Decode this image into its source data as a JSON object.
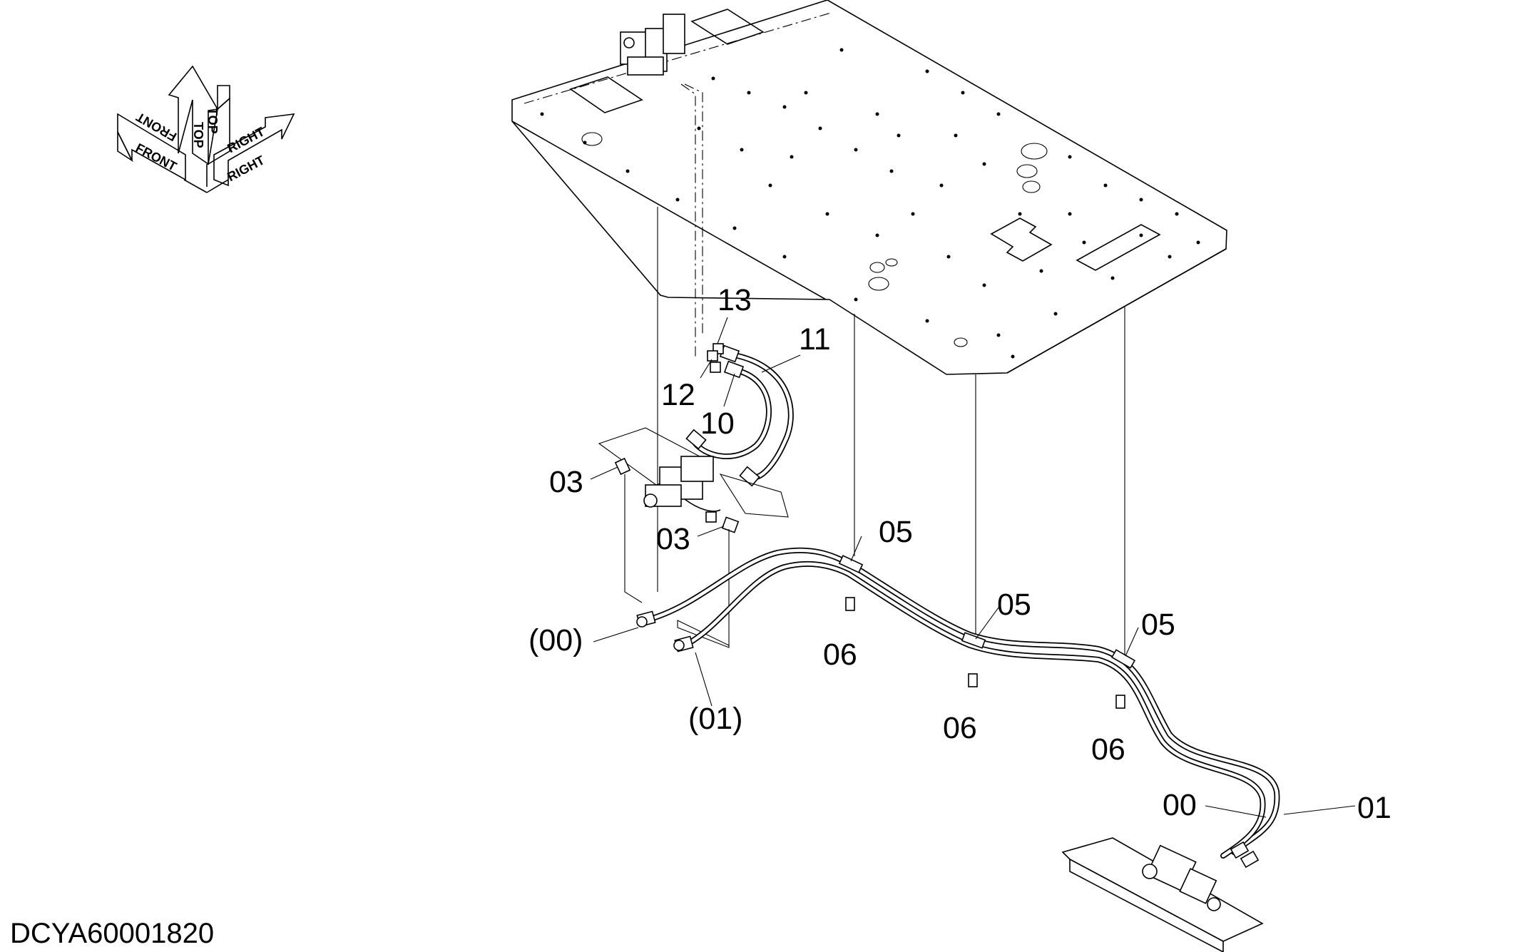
{
  "orientation": {
    "front": "FRONT",
    "top": "TOP",
    "right": "RIGHT"
  },
  "callouts": {
    "c13": "13",
    "c11": "11",
    "c12": "12",
    "c10": "10",
    "c03a": "03",
    "c03b": "03",
    "c05a": "05",
    "c05b": "05",
    "c05c": "05",
    "c00p": "(00)",
    "c01p": "(01)",
    "c06a": "06",
    "c06b": "06",
    "c06c": "06",
    "c00": "00",
    "c01": "01"
  },
  "document_id": "DCYA60001820"
}
